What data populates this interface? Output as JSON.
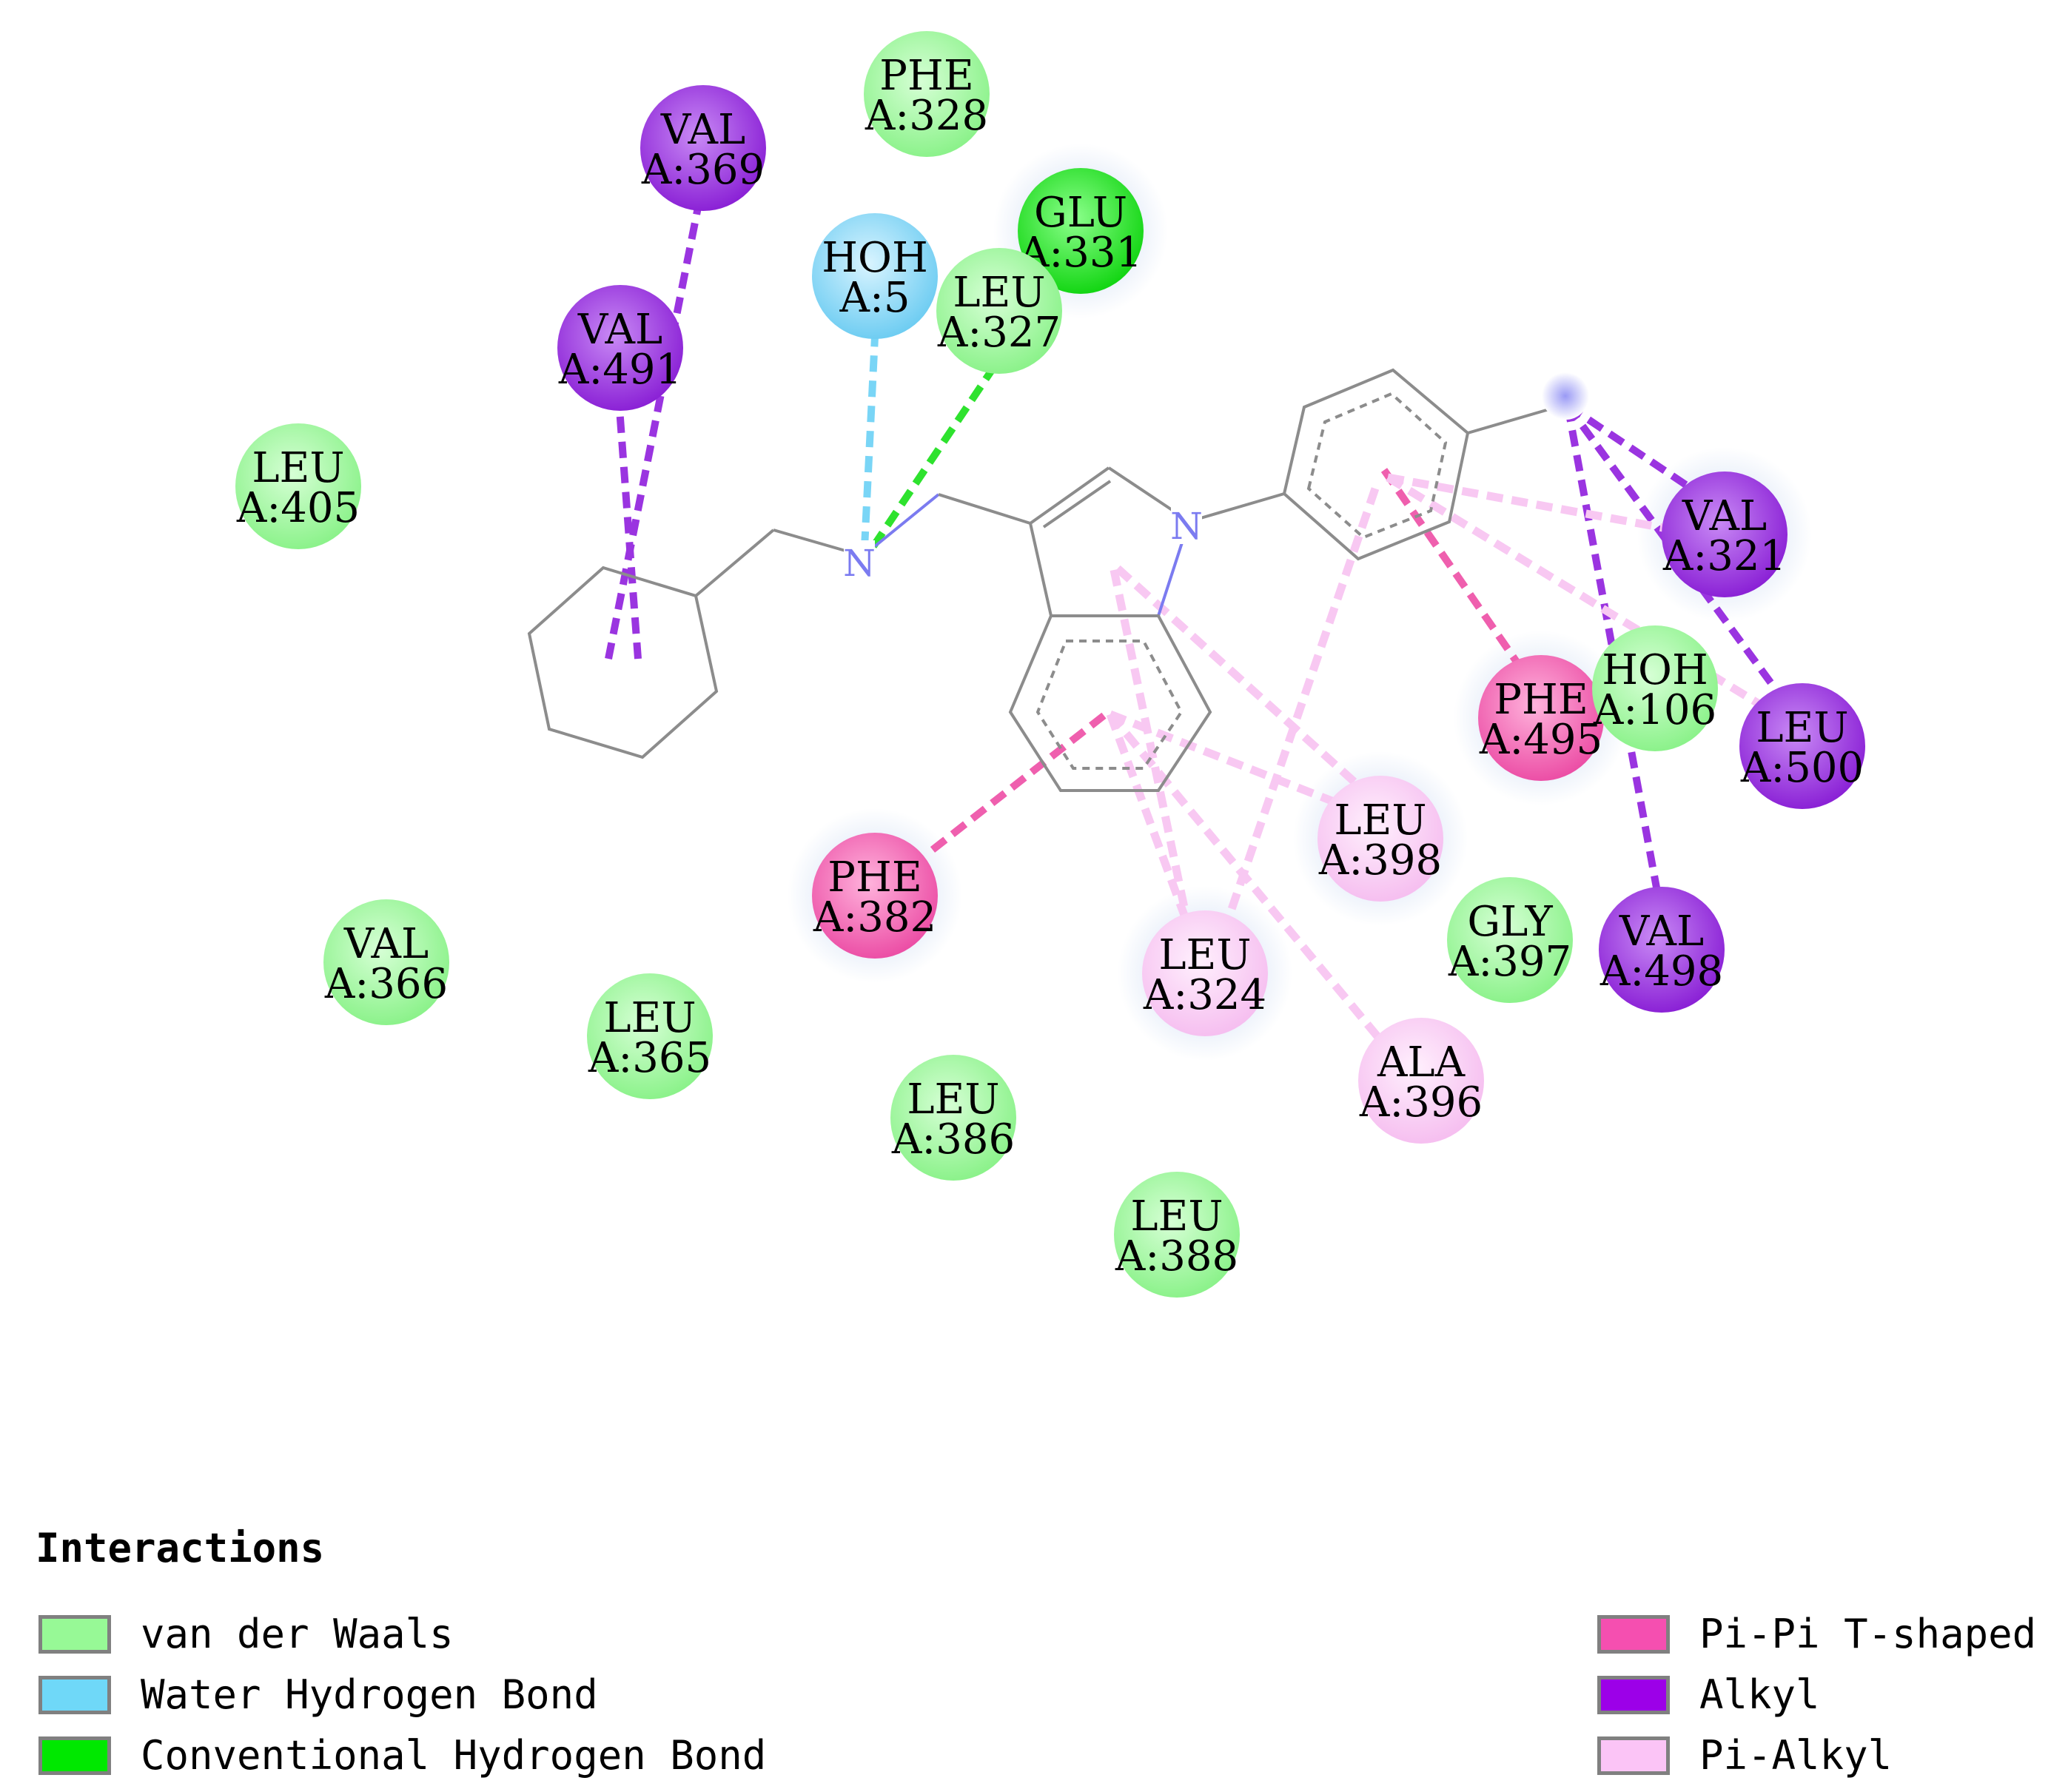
{
  "residues": [
    {
      "id": "phe328",
      "name": "PHE",
      "pos": "A:328",
      "type": "vdw"
    },
    {
      "id": "val369",
      "name": "VAL",
      "pos": "A:369",
      "type": "alkyl"
    },
    {
      "id": "glu331",
      "name": "GLU",
      "pos": "A:331",
      "type": "hbond"
    },
    {
      "id": "hoh5",
      "name": "HOH",
      "pos": "A:5",
      "type": "water"
    },
    {
      "id": "leu327",
      "name": "LEU",
      "pos": "A:327",
      "type": "vdw"
    },
    {
      "id": "val491",
      "name": "VAL",
      "pos": "A:491",
      "type": "alkyl"
    },
    {
      "id": "leu405",
      "name": "LEU",
      "pos": "A:405",
      "type": "vdw"
    },
    {
      "id": "val321",
      "name": "VAL",
      "pos": "A:321",
      "type": "alkyl"
    },
    {
      "id": "phe495",
      "name": "PHE",
      "pos": "A:495",
      "type": "pipi"
    },
    {
      "id": "hoh106",
      "name": "HOH",
      "pos": "A:106",
      "type": "vdw"
    },
    {
      "id": "leu500",
      "name": "LEU",
      "pos": "A:500",
      "type": "alkyl"
    },
    {
      "id": "leu398",
      "name": "LEU",
      "pos": "A:398",
      "type": "pialkyl"
    },
    {
      "id": "phe382",
      "name": "PHE",
      "pos": "A:382",
      "type": "pipi"
    },
    {
      "id": "gly397",
      "name": "GLY",
      "pos": "A:397",
      "type": "vdw"
    },
    {
      "id": "val498",
      "name": "VAL",
      "pos": "A:498",
      "type": "alkyl"
    },
    {
      "id": "val366",
      "name": "VAL",
      "pos": "A:366",
      "type": "vdw"
    },
    {
      "id": "leu324",
      "name": "LEU",
      "pos": "A:324",
      "type": "pialkyl"
    },
    {
      "id": "leu365",
      "name": "LEU",
      "pos": "A:365",
      "type": "vdw"
    },
    {
      "id": "ala396",
      "name": "ALA",
      "pos": "A:396",
      "type": "pialkyl"
    },
    {
      "id": "leu386",
      "name": "LEU",
      "pos": "A:386",
      "type": "vdw"
    },
    {
      "id": "leu388",
      "name": "LEU",
      "pos": "A:388",
      "type": "vdw"
    }
  ],
  "ligand": {
    "atom_labels": [
      {
        "id": "amine-n",
        "text": "N"
      },
      {
        "id": "indole-n",
        "text": "N"
      }
    ]
  },
  "legend": {
    "title": "Interactions",
    "items": [
      {
        "type": "vdw",
        "label": "van der Waals",
        "color": "#97f996"
      },
      {
        "type": "water",
        "label": "Water Hydrogen Bond",
        "color": "#6fd8f8"
      },
      {
        "type": "hbond",
        "label": "Conventional Hydrogen Bond",
        "color": "#00e800"
      },
      {
        "type": "pipi",
        "label": "Pi-Pi T-shaped",
        "color": "#f54fb0"
      },
      {
        "type": "alkyl",
        "label": "Alkyl",
        "color": "#9c00e8"
      },
      {
        "type": "pialkyl",
        "label": "Pi-Alkyl",
        "color": "#fbc4f6"
      }
    ]
  },
  "colors": {
    "vdw": "#97f996",
    "water": "#79d5f6",
    "hbond": "#2ee22e",
    "pipi": "#ef5fae",
    "alkyl": "#9a34e0",
    "pialkyl": "#f8c8f2",
    "bond": "#8c8c8c"
  }
}
